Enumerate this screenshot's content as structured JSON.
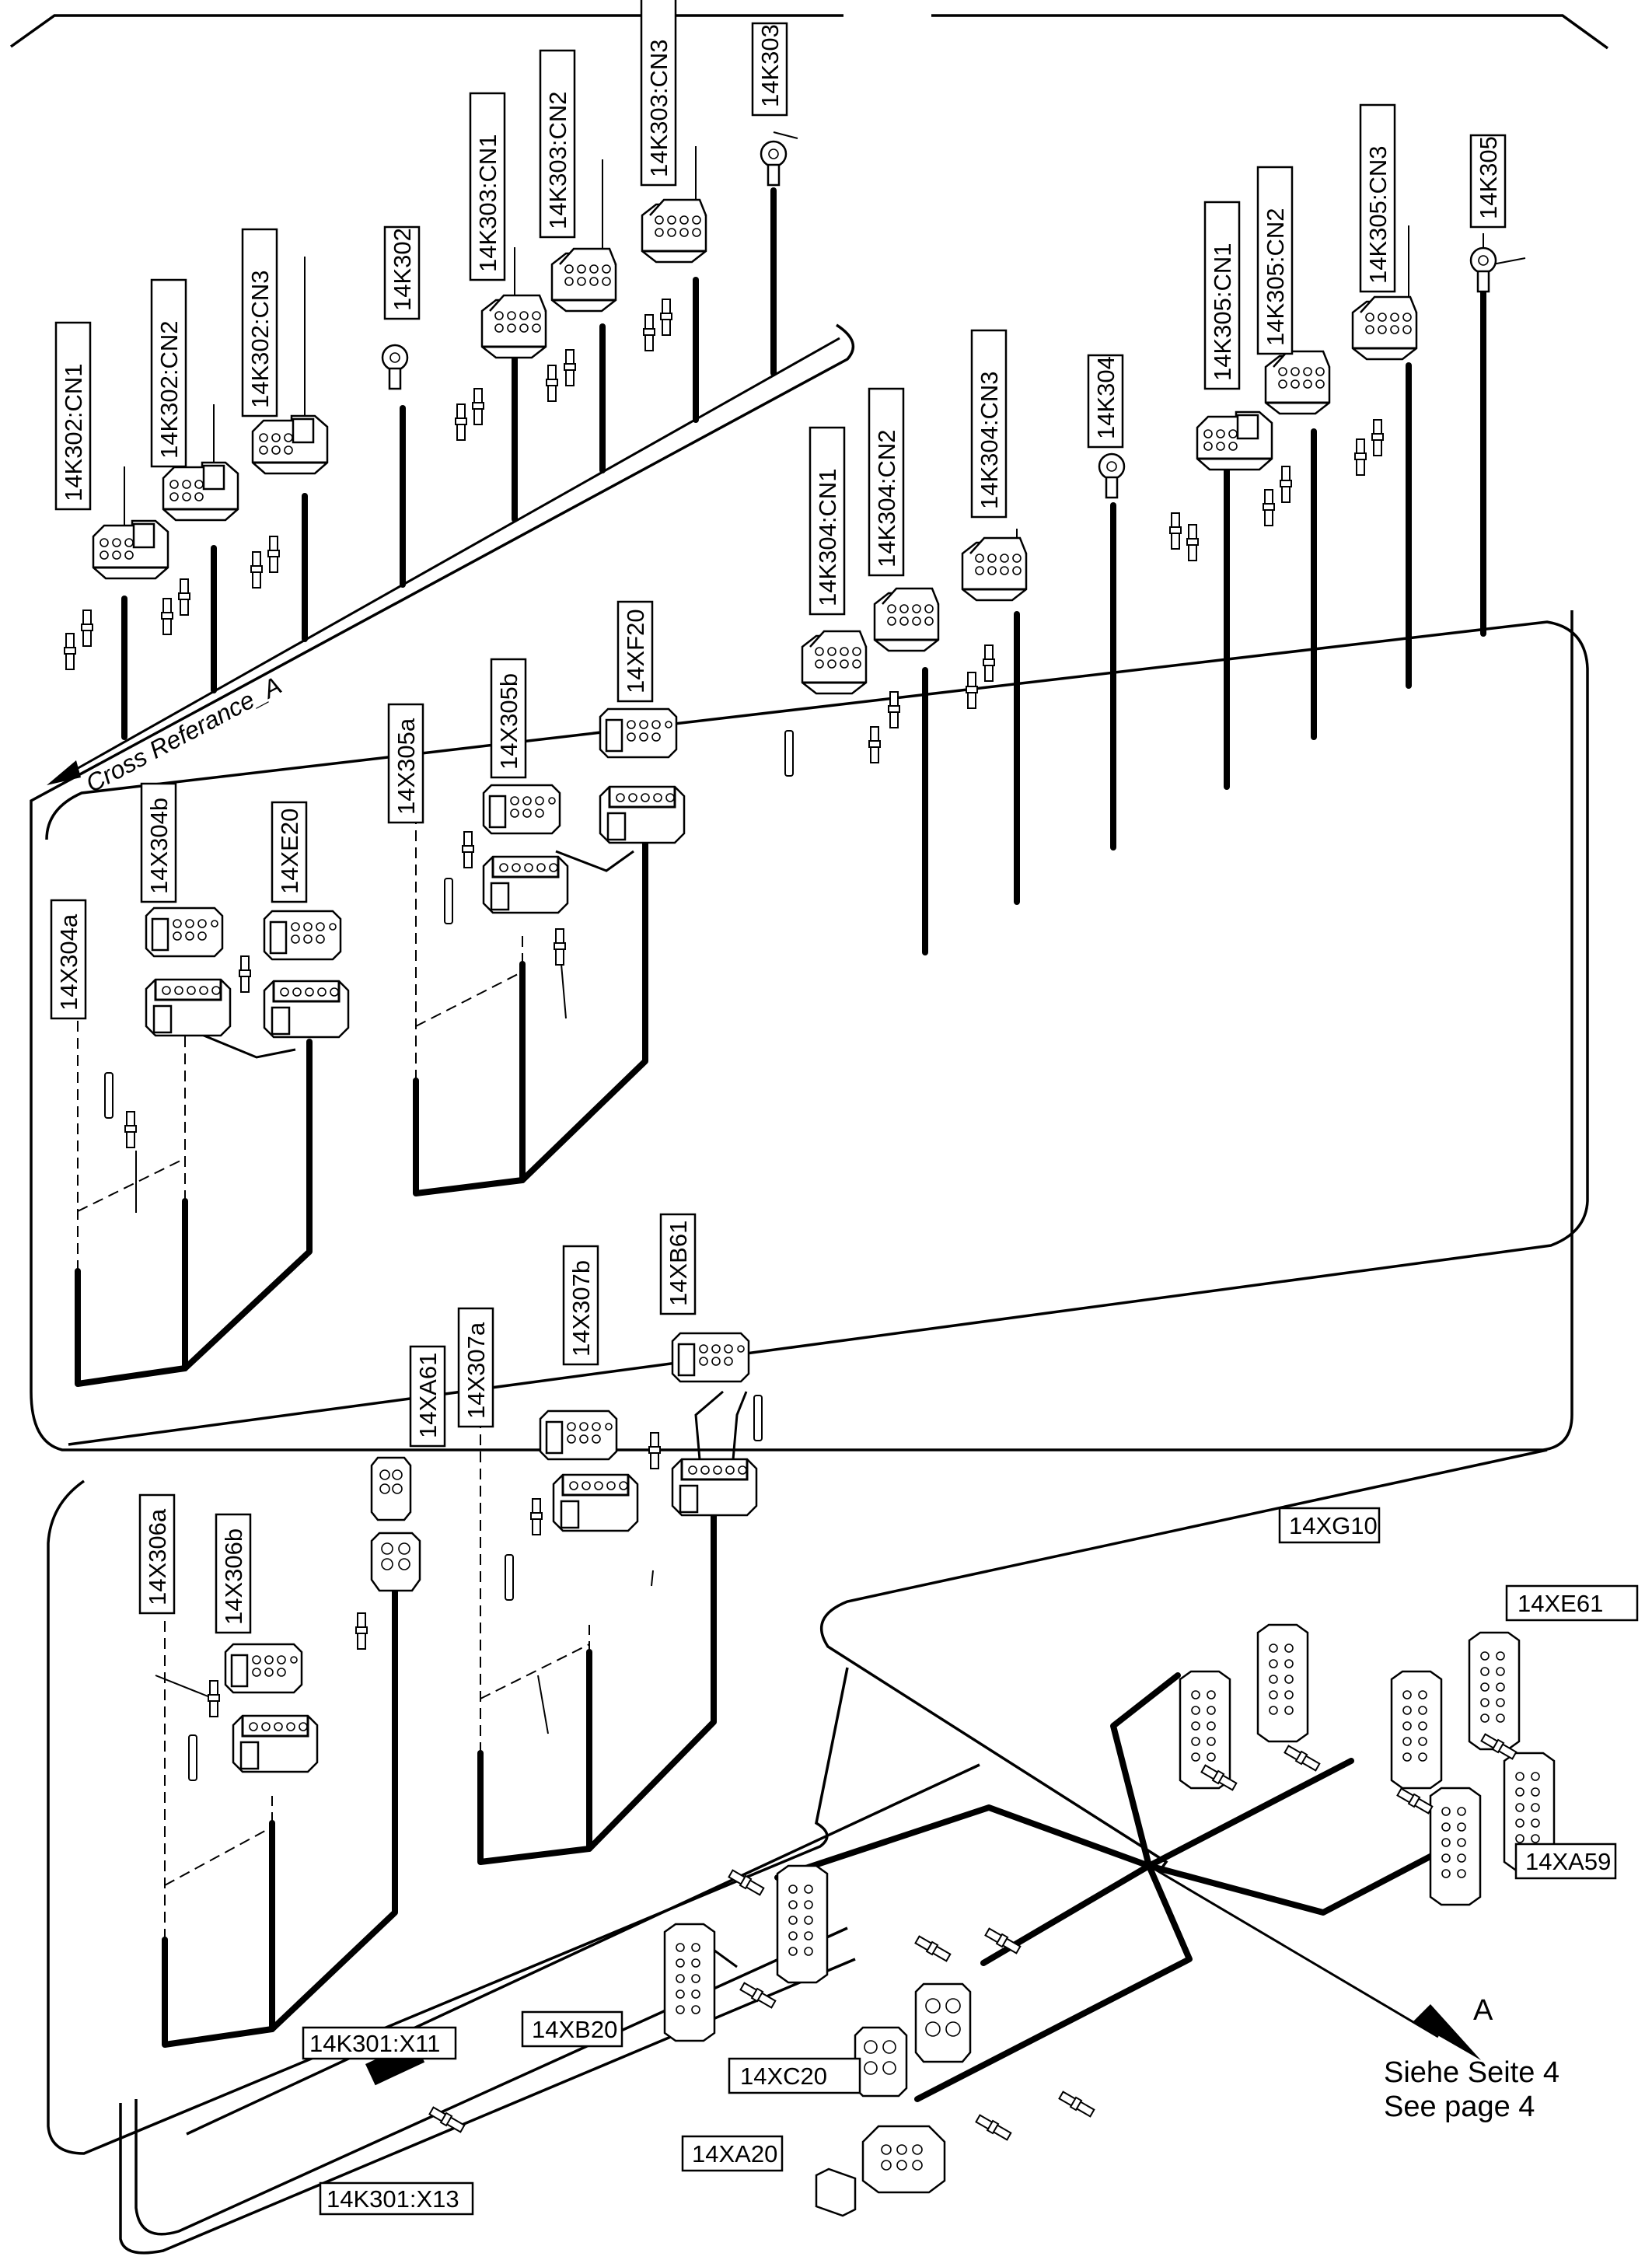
{
  "labels": {
    "k302_cn1": "14K302:CN1",
    "k302_cn2": "14K302:CN2",
    "k302_cn3": "14K302:CN3",
    "k302": "14K302",
    "k303_cn1": "14K303:CN1",
    "k303_cn2": "14K303:CN2",
    "k303_cn3": "14K303:CN3",
    "k303": "14K303",
    "k304_cn1": "14K304:CN1",
    "k304_cn2": "14K304:CN2",
    "k304_cn3": "14K304:CN3",
    "k304": "14K304",
    "k305_cn1": "14K305:CN1",
    "k305_cn2": "14K305:CN2",
    "k305_cn3": "14K305:CN3",
    "k305": "14K305",
    "x304a": "14X304a",
    "x304b": "14X304b",
    "xe20": "14XE20",
    "x305a": "14X305a",
    "x305b": "14X305b",
    "xf20": "14XF20",
    "x306a": "14X306a",
    "x306b": "14X306b",
    "xa61": "14XA61",
    "x307a": "14X307a",
    "x307b": "14X307b",
    "xb61": "14XB61",
    "xg10": "14XG10",
    "xe61": "14XE61",
    "xa59": "14XA59",
    "xb20": "14XB20",
    "xc20": "14XC20",
    "xa20": "14XA20",
    "k301_x11": "14K301:X11",
    "k301_x13": "14K301:X13"
  },
  "cross_reference": "Cross Referance_A",
  "page_ref": {
    "letter": "A",
    "line_de": "Siehe Seite 4",
    "line_en": "See page 4"
  },
  "colors": {
    "ink": "#000000",
    "paper": "#ffffff"
  }
}
